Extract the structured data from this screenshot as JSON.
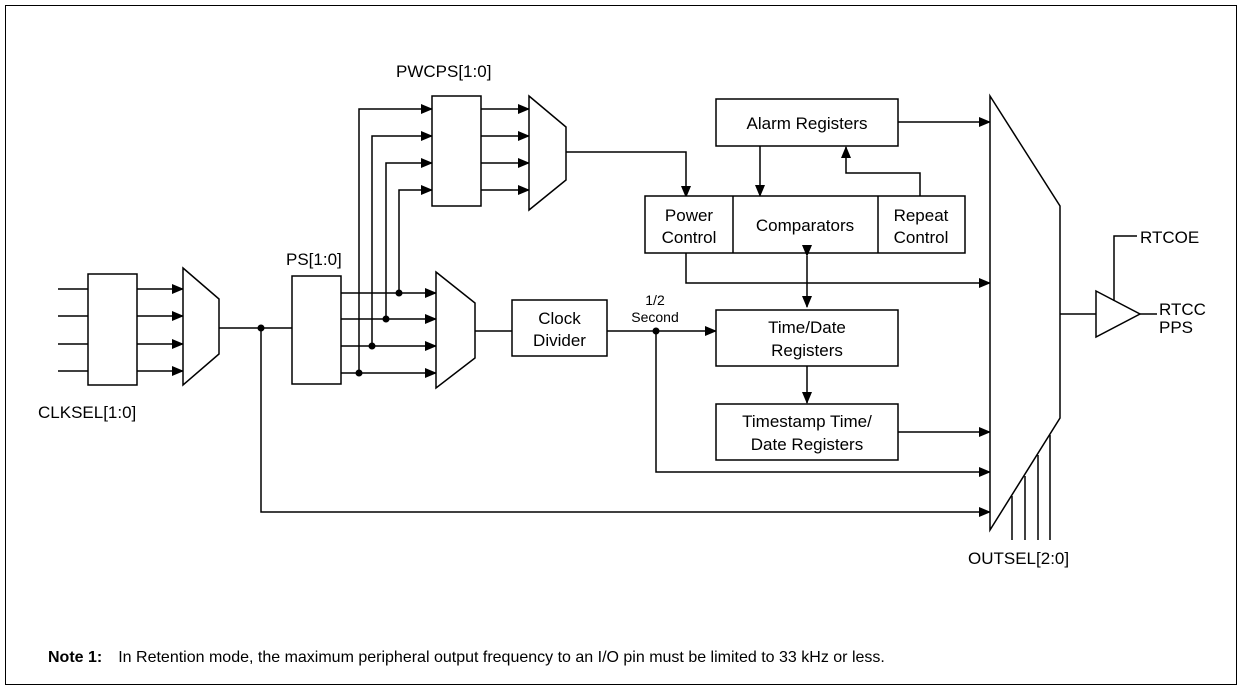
{
  "labels": {
    "pwcps": "PWCPS[1:0]",
    "ps": "PS[1:0]",
    "clksel": "CLKSEL[1:0]",
    "clock_divider": [
      "Clock",
      "Divider"
    ],
    "half_second": [
      "1/2",
      "Second"
    ],
    "alarm_registers": "Alarm Registers",
    "power_control": [
      "Power",
      "Control"
    ],
    "comparators": "Comparators",
    "repeat_control": [
      "Repeat",
      "Control"
    ],
    "time_date_registers": [
      "Time/Date",
      "Registers"
    ],
    "timestamp_registers": [
      "Timestamp Time/",
      "Date Registers"
    ],
    "outsel": "OUTSEL[2:0]",
    "rtcoe": "RTCOE",
    "rtcc_pps": [
      "RTCC",
      "PPS"
    ]
  },
  "note": {
    "label": "Note 1:",
    "text": "In Retention mode, the maximum peripheral output frequency to an I/O pin must be limited to 33 kHz or less."
  }
}
